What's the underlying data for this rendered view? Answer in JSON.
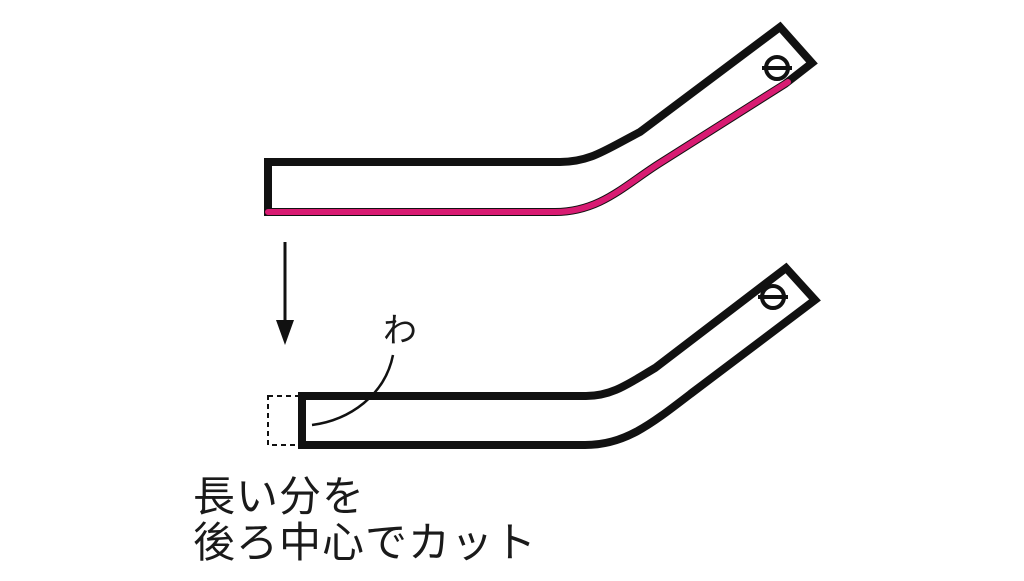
{
  "labels": {
    "fold": "わ"
  },
  "caption": {
    "line1": "長い分を",
    "line2": "後ろ中心でカット"
  },
  "colors": {
    "outline": "#111111",
    "highlight": "#d81b72",
    "background": "#ffffff"
  },
  "icons": {
    "grain_mark": "circle-with-slash-icon",
    "direction": "arrow-down-icon"
  }
}
